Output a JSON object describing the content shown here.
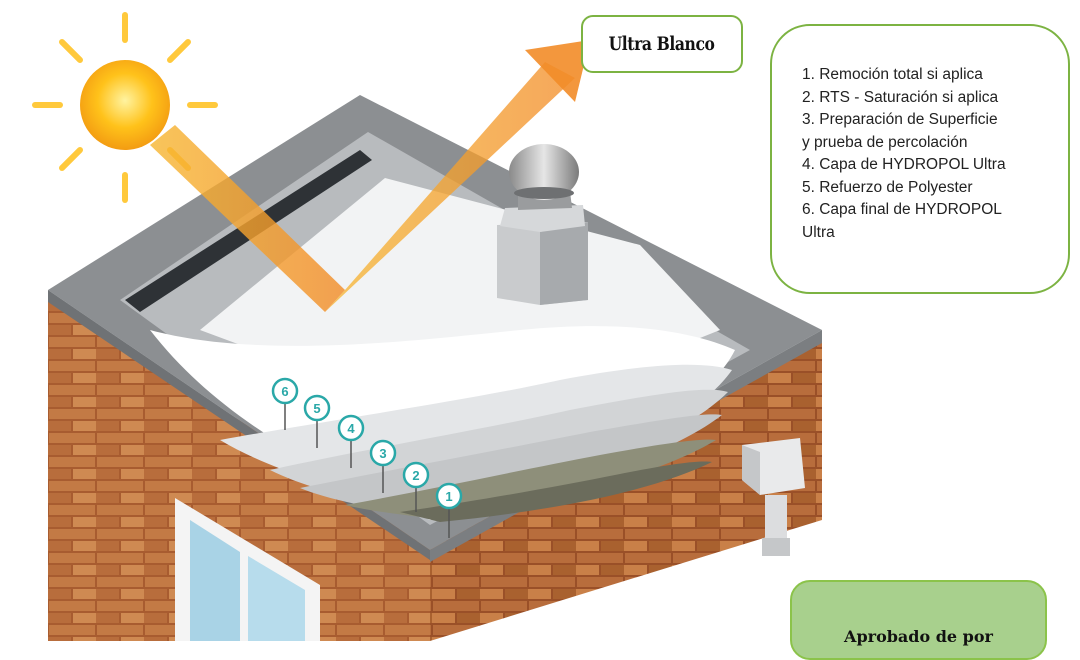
{
  "title_label": "Ultra Blanco",
  "steps": [
    "1. Remoción total si aplica",
    "2. RTS - Saturación si aplica",
    "3. Preparación de Superficie",
    "y prueba de percolación",
    "4. Capa de HYDROPOL Ultra",
    "5. Refuerzo de Polyester",
    "6. Capa final de HYDROPOL",
    "Ultra"
  ],
  "approved_label": "Aprobado de por",
  "layer_markers": [
    "6",
    "5",
    "4",
    "3",
    "2",
    "1"
  ],
  "colors": {
    "callout_border": "#7cb342",
    "approved_fill": "#a8d08d",
    "marker_teal": "#2aa8a8",
    "sun_ray": "#f5a623",
    "brick": "#b5683a"
  }
}
